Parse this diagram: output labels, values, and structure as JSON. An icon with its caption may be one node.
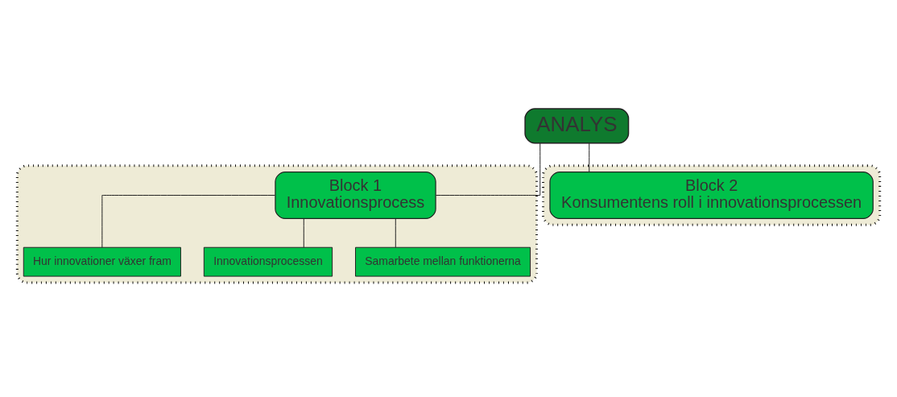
{
  "diagram": {
    "nodes": [
      {
        "text": [
          "ANALYS"
        ]
      },
      {
        "text": [],
        "shape": "box"
      },
      {
        "text": [
          "Block 1",
          "Innovationsprocess"
        ],
        "in": 1
      },
      {
        "text": [
          "Hur innovationer växer fram"
        ],
        "in": 1
      },
      {
        "text": [
          "Innovationsprocessen"
        ],
        "in": 1
      },
      {
        "text": [
          "Samarbete mellan funktionerna"
        ],
        "in": 1
      },
      {
        "text": [],
        "shape": "box"
      },
      {
        "text": [
          "Block 2",
          "Konsumentens roll i innovationsprocessen"
        ],
        "in": 6
      }
    ],
    "edges": [
      {
        "from": 0,
        "to": 2,
        "arrow": "none"
      },
      {
        "from": 0,
        "to": 7,
        "arrow": "none"
      },
      {
        "from": 2,
        "to": 3,
        "arrow": "none"
      },
      {
        "from": 2,
        "to": 4,
        "arrow": "none"
      },
      {
        "from": 2,
        "to": 5,
        "arrow": "none"
      }
    ]
  }
}
